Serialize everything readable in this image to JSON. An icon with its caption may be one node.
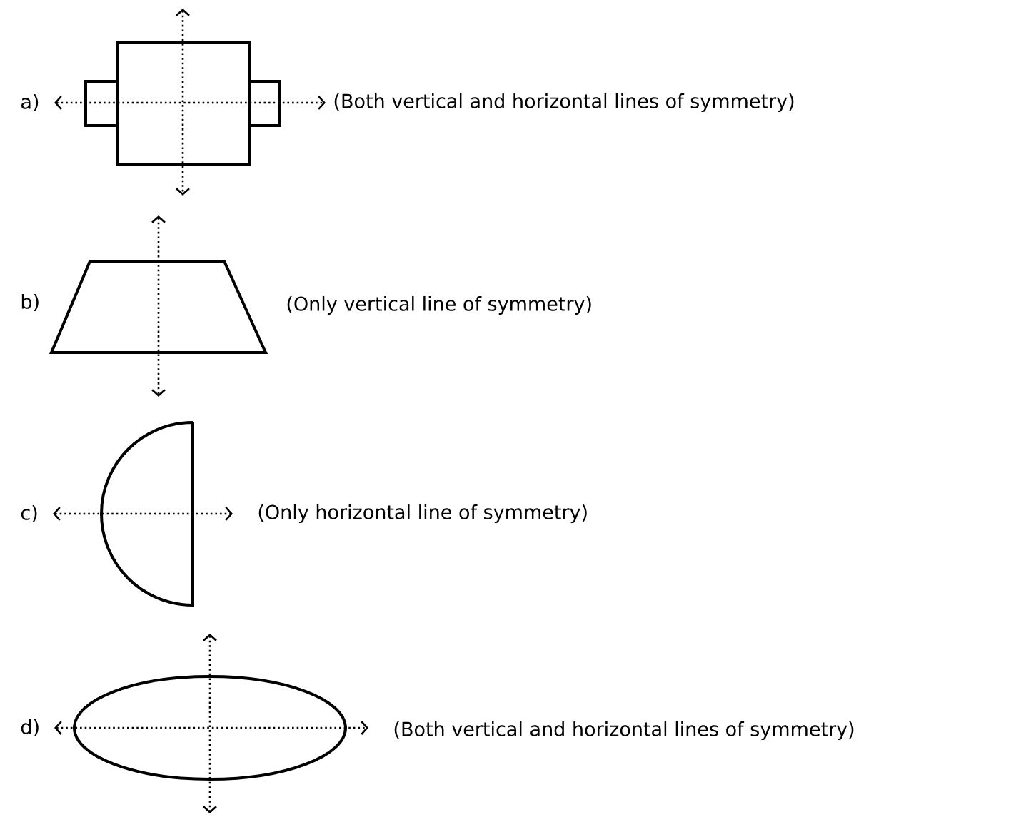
{
  "diagram": {
    "labels": [
      "a)",
      "(Both vertical and horizontal lines of symmetry)",
      "b)",
      "(Only vertical line of symmetry)",
      "c)",
      "(Only horizontal line of symmetry)",
      "d)",
      "(Both vertical and horizontal lines of symmetry)"
    ]
  }
}
